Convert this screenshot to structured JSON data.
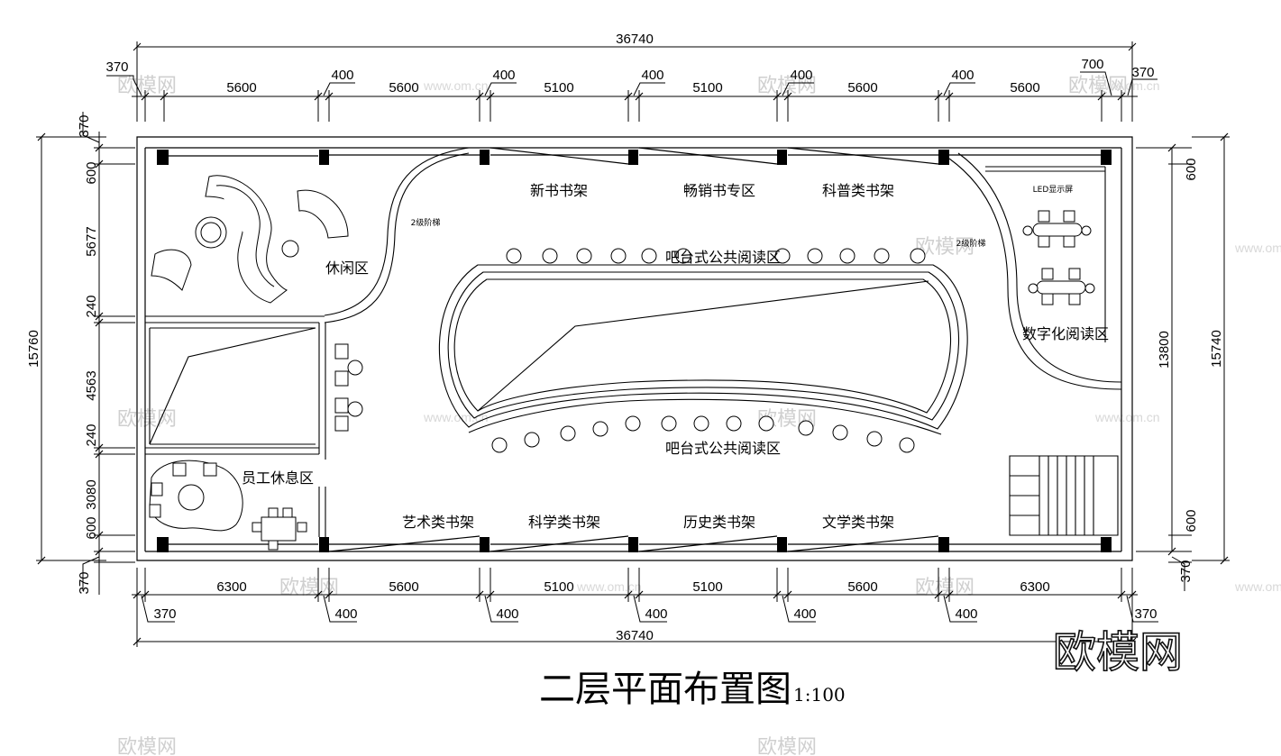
{
  "drawing": {
    "title": "二层平面布置图",
    "scale": "1:100",
    "brand_logo": "欧模网"
  },
  "top_dims": {
    "overall": "36740",
    "segments": [
      "370",
      "5600",
      "400",
      "5600",
      "400",
      "5100",
      "400",
      "5100",
      "400",
      "5600",
      "400",
      "5600",
      "700",
      "370"
    ]
  },
  "bottom_dims": {
    "overall": "36740",
    "segments": [
      "6300",
      "5600",
      "5100",
      "5100",
      "5600",
      "6300"
    ],
    "columns": [
      "370",
      "400",
      "400",
      "400",
      "400",
      "400",
      "370"
    ]
  },
  "left_dims": {
    "overall": "15760",
    "segments": [
      "370",
      "600",
      "5677",
      "240",
      "4563",
      "240",
      "3080",
      "600",
      "370"
    ]
  },
  "right_dims": {
    "overall": "15740",
    "inner": "13800",
    "segments": [
      "600",
      "600",
      "370"
    ]
  },
  "rooms": {
    "leisure": "休闲区",
    "staff_lounge": "员工休息区",
    "digital_reading": "数字化阅读区",
    "bar_reading_top": "吧台式公共阅读区",
    "bar_reading_bottom": "吧台式公共阅读区",
    "new_books": "新书书架",
    "bestsellers": "畅销书专区",
    "popular_science": "科普类书架",
    "art": "艺术类书架",
    "science": "科学类书架",
    "history": "历史类书架",
    "literature": "文学类书架",
    "step_left": "2级阶梯",
    "step_right": "2级阶梯",
    "led_screen": "LED显示屏"
  },
  "watermark": {
    "text": "欧模网",
    "url": "www.om.cn"
  }
}
